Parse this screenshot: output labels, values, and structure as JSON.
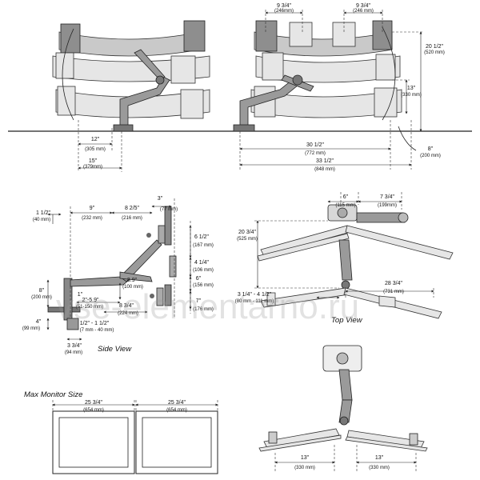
{
  "views": {
    "side_view": "Side View",
    "top_view": "Top View",
    "max_monitor_size": "Max Monitor Size"
  },
  "watermark": "vse-elementarno.ru",
  "top_left": {
    "d12": "12\"",
    "d12m": "(305 mm)",
    "d15": "15\"",
    "d15m": "(379mm)"
  },
  "top_right": {
    "d934a": "9 3/4\"",
    "d934am": "(246mm)",
    "d934b": "9 3/4\"",
    "d934bm": "(246 mm)",
    "d2012": "20 1/2\"",
    "d2012m": "(520 mm)",
    "d13": "13\"",
    "d13m": "(330 mm)",
    "d8": "8\"",
    "d8m": "(200 mm)",
    "d3012": "30 1/2\"",
    "d3012m": "(772 mm)",
    "d3312": "33 1/2\"",
    "d3312m": "(848 mm)"
  },
  "side": {
    "d112": "1 1/2\"",
    "d112m": "(40 mm)",
    "d9": "9\"",
    "d9m": "(232 mm)",
    "d825": "8 2/5\"",
    "d825m": "(216 mm)",
    "d3": "3\"",
    "d3m": "(77 mm)",
    "d612": "6 1/2\"",
    "d612m": "(167 mm)",
    "d414": "4 1/4\"",
    "d414m": "(106 mm)",
    "d6": "6\"",
    "d6m": "(156 mm)",
    "d7": "7\"",
    "d7m": "(176 mm)",
    "d39": "3.9\"",
    "d39m": "(100 mm)",
    "d834": "8 3/4\"",
    "d834m": "(224 mm)",
    "d8": "8\"",
    "d8m": "(200 mm)",
    "d2_59": "2\"-5.9\"",
    "d2_59m": "(51-150 mm)",
    "d1": "1\"",
    "d4": "4\"",
    "d4m": "(99 mm)",
    "d12_112": "1/2\" - 1 1/2\"",
    "d12_112m": "(7 mm - 40 mm)",
    "d334": "3 3/4\"",
    "d334m": "(94 mm)"
  },
  "top": {
    "d6": "6\"",
    "d6m": "(115 mm)",
    "d734": "7 3/4\"",
    "d734m": "(199mm)",
    "d2034": "20 3/4\"",
    "d2034m": "(525 mm)",
    "d2834": "28 3/4\"",
    "d2834m": "(731 mm)",
    "d314": "3 1/4\" - 4 1/2\"",
    "d314m": "(80 mm - 111 mm)"
  },
  "bottom": {
    "d2534a": "25 3/4\"",
    "d2534am": "(654 mm)",
    "d2534b": "25 3/4\"",
    "d2534bm": "(654 mm)",
    "d13a": "13\"",
    "d13am": "(330 mm)",
    "d13b": "13\"",
    "d13bm": "(330 mm)"
  }
}
